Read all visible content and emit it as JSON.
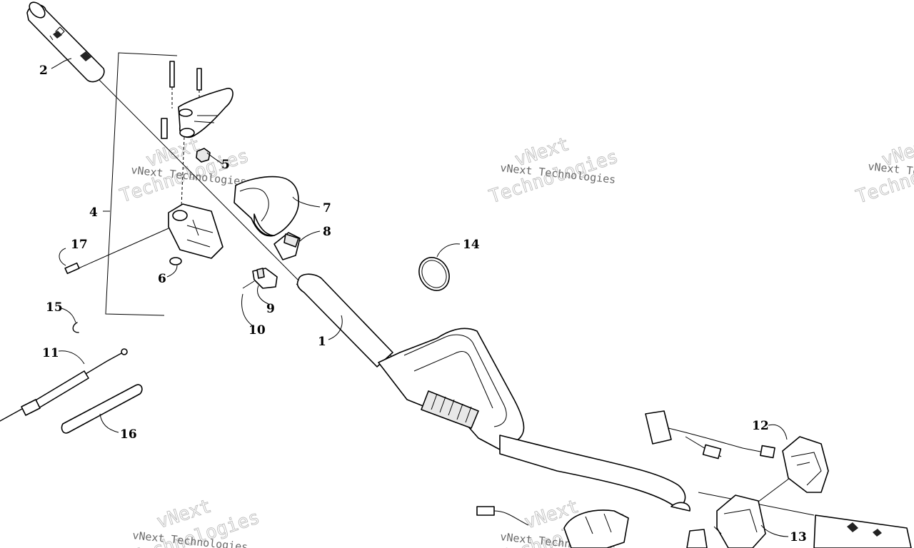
{
  "watermarks": [
    {
      "line1": "vNext",
      "line2": "Technologies",
      "small": "vNext Technologies"
    },
    {
      "line1": "vNext",
      "line2": "Technologies",
      "small": "vNext Technologies"
    },
    {
      "line1": "vNext",
      "line2": "Technologies",
      "small": "vNext Technologies"
    },
    {
      "line1": "vNext",
      "line2": "Technologies",
      "small": "vNext Technologies"
    },
    {
      "line1": "vNext",
      "line2": "Technologies",
      "small": "vNext Technologies"
    }
  ],
  "callouts": {
    "c1": "1",
    "c2": "2",
    "c4": "4",
    "c5": "5",
    "c6": "6",
    "c7": "7",
    "c8": "8",
    "c9": "9",
    "c10": "10",
    "c11": "11",
    "c12": "12",
    "c13": "13",
    "c14": "14",
    "c15": "15",
    "c16": "16",
    "c17": "17"
  }
}
